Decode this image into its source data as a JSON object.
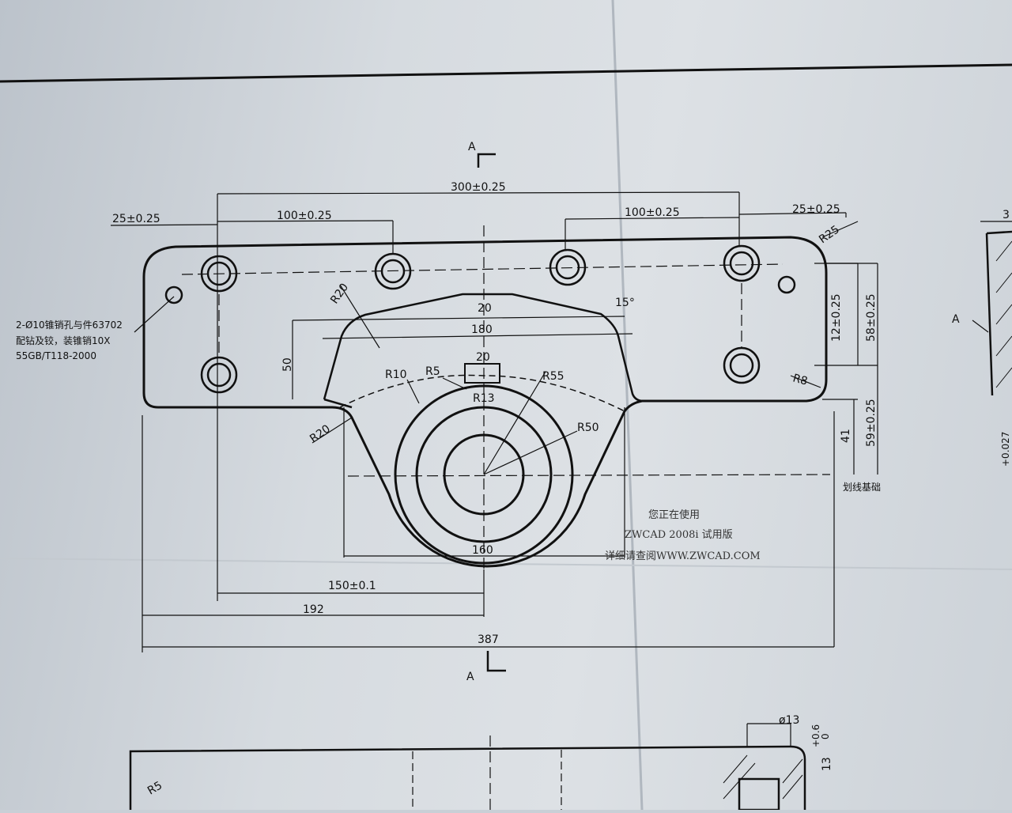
{
  "section": {
    "top_letter": "A",
    "bottom_letter": "A",
    "side_letter": "A"
  },
  "dimensions": {
    "overall_300": "300±0.25",
    "left_25": "25±0.25",
    "left_100": "100±0.25",
    "right_100": "100±0.25",
    "right_25": "25±0.25",
    "r25": "R25",
    "d20_top": "20",
    "d180": "180",
    "d20_key": "20",
    "d50": "50",
    "r20_top": "R20",
    "r10": "R10",
    "r5": "R5",
    "r55": "R55",
    "r13": "R13",
    "r50": "R50",
    "angle15": "15°",
    "r8": "R8",
    "d12": "12±0.25",
    "d58": "58±0.25",
    "d41": "41",
    "d59": "59±0.25",
    "r20_bottom": "R20",
    "d160": "160",
    "d150": "150±0.1",
    "d192": "192",
    "d387": "387",
    "r5_bottom": "R5",
    "phi13": "ø13",
    "d13": "13",
    "tol_plus": "+0.6",
    "tol_zero": "0",
    "partial_30": "3",
    "partial_tol": "+0.027"
  },
  "notes": {
    "line1": "2-Ø10锥销孔与件63702",
    "line2": "配钻及铰，装锥销10X",
    "line3": "55GB/T118-2000",
    "scribe": "划线基础"
  },
  "watermark": {
    "line1": "您正在使用",
    "line2": "ZWCAD 2008i 试用版",
    "line3": "详细请查阅WWW.ZWCAD.COM"
  }
}
